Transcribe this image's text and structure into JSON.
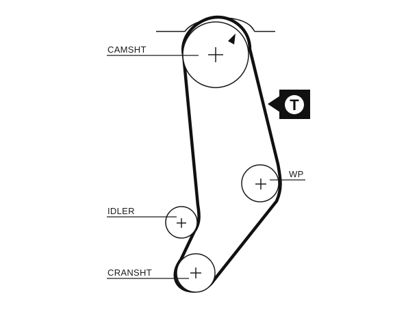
{
  "labels": {
    "camshaft": "CAMSHT",
    "idler": "IDLER",
    "crankshaft": "CRANSHT",
    "water_pump": "WP"
  },
  "tensioner_marker": {
    "letter": "T",
    "icon": "tensioner-badge"
  },
  "rotation_indicator": {
    "icon": "rotation-arrow"
  },
  "colors": {
    "line": "#1a1a1a",
    "belt": "#111111",
    "badge_bg": "#111111",
    "badge_fg": "#ffffff"
  }
}
